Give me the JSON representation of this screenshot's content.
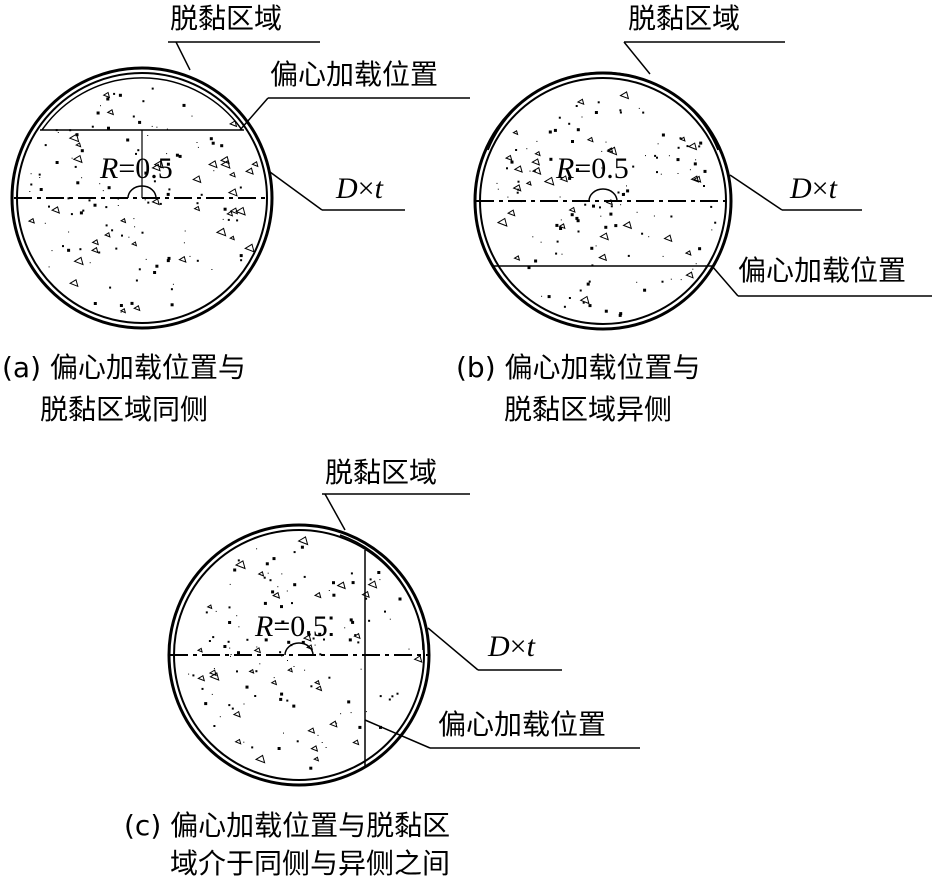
{
  "figures": [
    {
      "id": "a",
      "label_debond": "脱黏区域",
      "label_load": "偏心加载位置",
      "label_radius_sym": "R",
      "label_radius_val": "=0.5",
      "label_dt_D": "D",
      "label_dt_x": "×",
      "label_dt_t": "t",
      "caption_line1": "(a) 偏心加载位置与",
      "caption_line2": "脱黏区域同侧"
    },
    {
      "id": "b",
      "label_debond": "脱黏区域",
      "label_load": "偏心加载位置",
      "label_radius_sym": "R",
      "label_radius_val": "=0.5",
      "label_dt_D": "D",
      "label_dt_x": "×",
      "label_dt_t": "t",
      "caption_line1": "(b) 偏心加载位置与",
      "caption_line2": "脱黏区域异侧"
    },
    {
      "id": "c",
      "label_debond": "脱黏区域",
      "label_load": "偏心加载位置",
      "label_radius_sym": "R",
      "label_radius_val": "=0.5",
      "label_dt_D": "D",
      "label_dt_x": "×",
      "label_dt_t": "t",
      "caption_line1": "(c) 偏心加载位置与脱黏区",
      "caption_line2": "域介于同侧与异侧之间"
    }
  ]
}
